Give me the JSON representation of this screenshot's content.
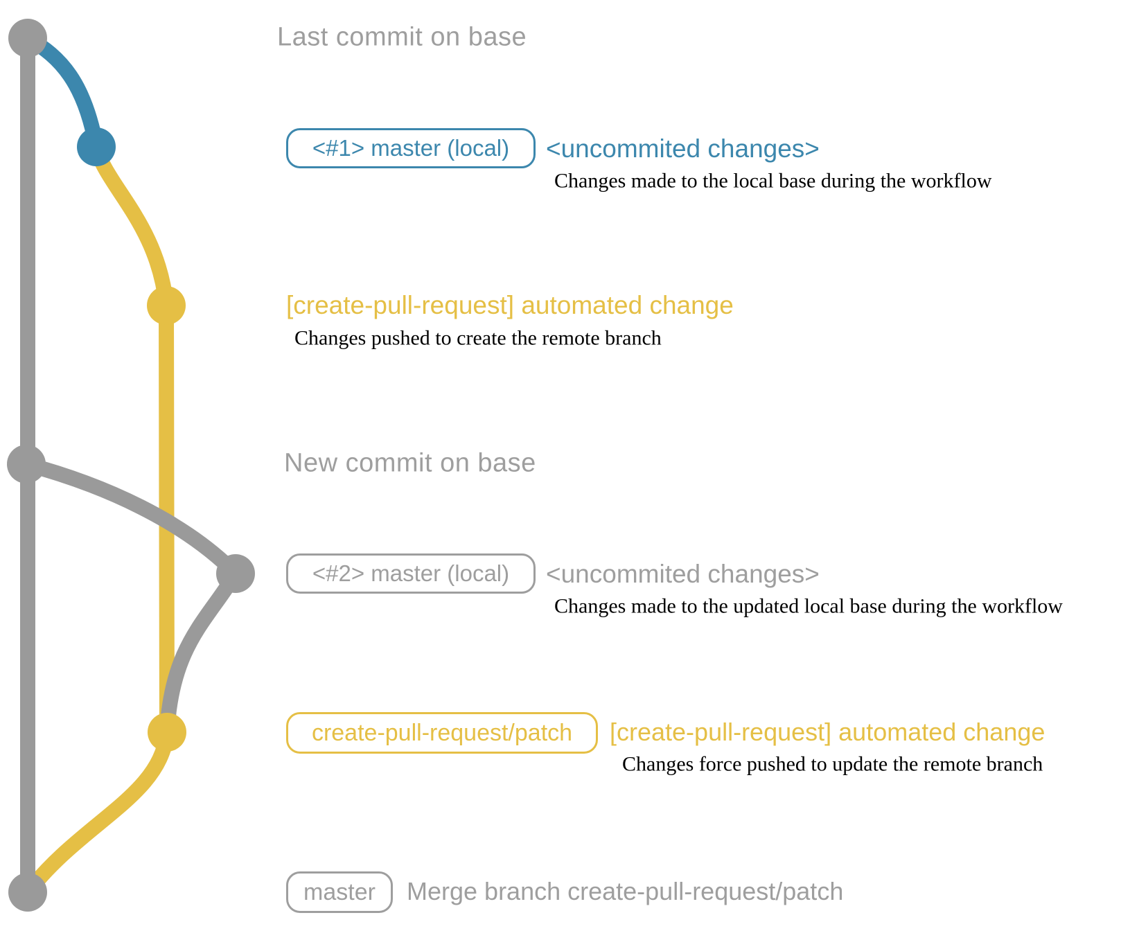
{
  "colors": {
    "base_gray": "#9a9a9a",
    "local_blue": "#3c87ad",
    "patch_yellow": "#e5bf45",
    "muted_text": "#9e9e9e",
    "description_black": "#000000"
  },
  "graph": {
    "branches": [
      "base",
      "local master",
      "create-pull-request/patch"
    ],
    "commit_dots": [
      {
        "id": "last-commit-on-base",
        "color": "gray"
      },
      {
        "id": "local-commit-1",
        "color": "blue"
      },
      {
        "id": "patch-commit-1",
        "color": "yellow"
      },
      {
        "id": "new-commit-on-base",
        "color": "gray"
      },
      {
        "id": "local-commit-2",
        "color": "gray"
      },
      {
        "id": "patch-commit-2",
        "color": "yellow"
      },
      {
        "id": "merge-commit",
        "color": "gray"
      }
    ]
  },
  "rows": {
    "last_commit": {
      "heading": "Last commit on base"
    },
    "commit1": {
      "ref_label": "<#1> master (local)",
      "annotation": "<uncommited changes>",
      "description": "Changes made to the local base during the workflow"
    },
    "push1": {
      "message": "[create-pull-request] automated change",
      "description": "Changes pushed to create the remote branch"
    },
    "new_commit": {
      "heading": "New commit on base"
    },
    "commit2": {
      "ref_label": "<#2> master (local)",
      "annotation": "<uncommited changes>",
      "description": "Changes made to the updated local base during the workflow"
    },
    "push2": {
      "ref_label": "create-pull-request/patch",
      "message": "[create-pull-request] automated change",
      "description": "Changes force pushed to update the remote branch"
    },
    "merge": {
      "ref_label": "master",
      "message": "Merge branch create-pull-request/patch"
    }
  }
}
